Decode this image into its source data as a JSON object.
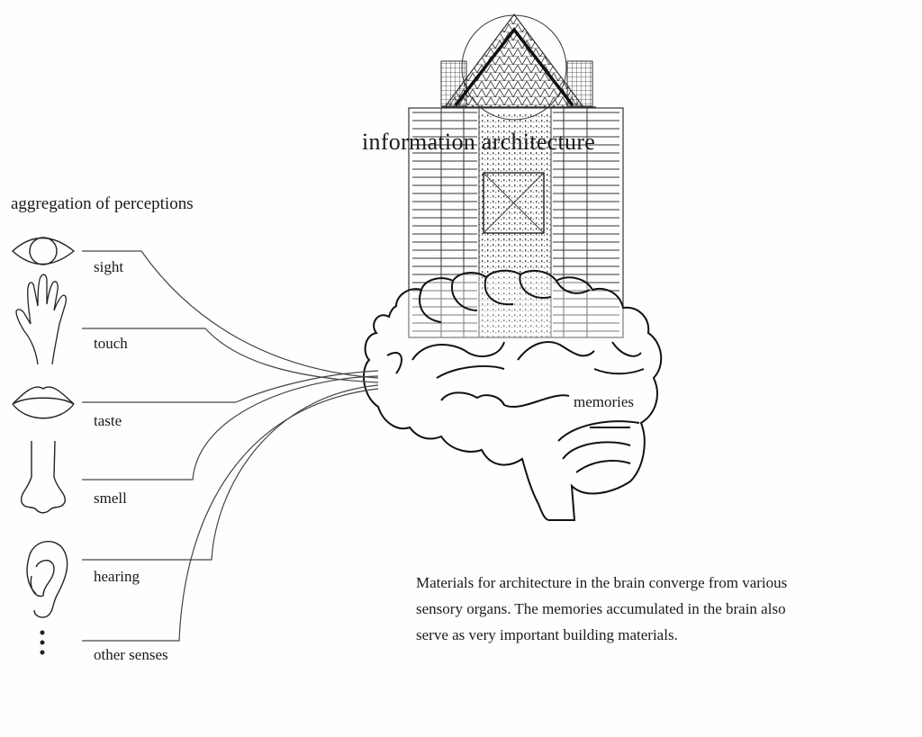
{
  "diagram": {
    "title": "information architecture",
    "perceptions_heading": "aggregation of perceptions",
    "senses": [
      {
        "label": "sight",
        "icon": "eye-icon"
      },
      {
        "label": "touch",
        "icon": "hand-icon"
      },
      {
        "label": "taste",
        "icon": "lips-icon"
      },
      {
        "label": "smell",
        "icon": "nose-icon"
      },
      {
        "label": "hearing",
        "icon": "ear-icon"
      },
      {
        "label": "other senses",
        "icon": "ellipsis-icon"
      }
    ],
    "brain_label": "memories",
    "caption_lines": [
      "Materials for architecture in the brain converge from various",
      "sensory organs. The memories accumulated in the brain also",
      "serve as very important building materials."
    ],
    "ink_color": "#1a1a1a",
    "line_color": "#444444"
  }
}
